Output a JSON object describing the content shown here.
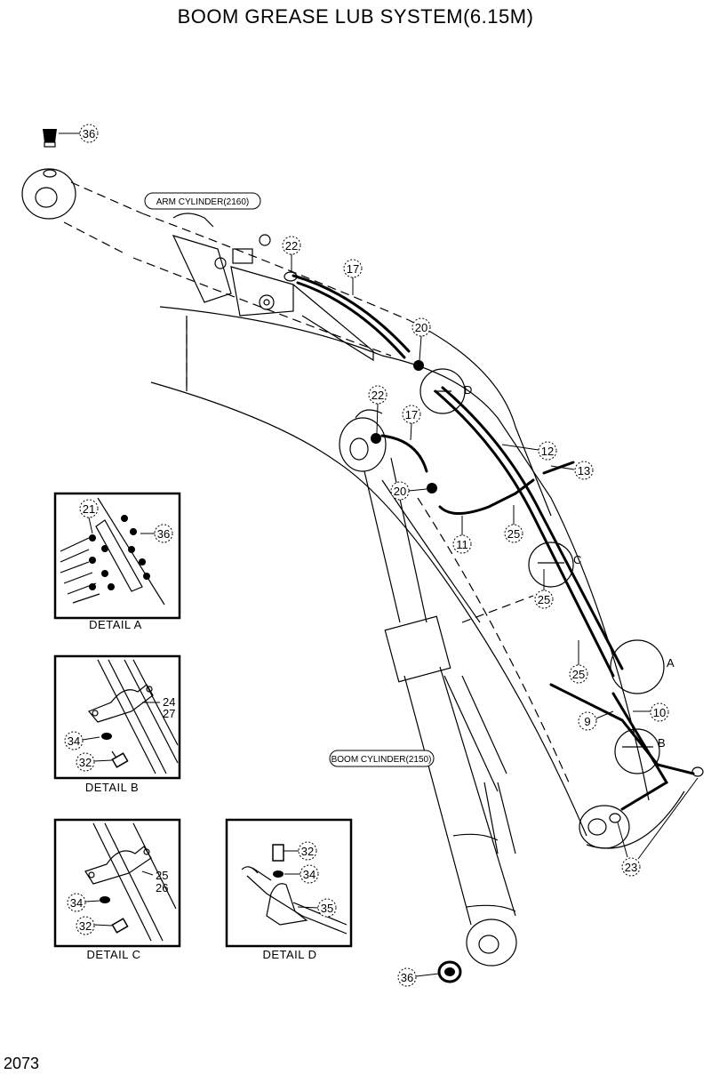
{
  "title": "BOOM GREASE  LUB  SYSTEM(6.15M)",
  "page_number": "2073",
  "callouts": {
    "c36_top": "36",
    "c22_top": "22",
    "c17_top": "17",
    "c20_top": "20",
    "c22_mid": "22",
    "c17_mid": "17",
    "c12": "12",
    "c13": "13",
    "c20_mid": "20",
    "c11": "11",
    "c25_a": "25",
    "c25_b": "25",
    "c25_c": "25",
    "c9": "9",
    "c10": "10",
    "c23": "23",
    "c36_bottom": "36"
  },
  "detail_letters": {
    "A": "A",
    "B": "B",
    "C": "C",
    "D": "D"
  },
  "tags": {
    "arm_cylinder": "ARM CYLINDER(2160)",
    "boom_cylinder": "BOOM CYLINDER(2150)"
  },
  "detail_a": {
    "caption": "DETAIL  A",
    "c21": "21",
    "c36": "36"
  },
  "detail_b": {
    "caption": "DETAIL  B",
    "c24": "24",
    "c27": "27",
    "c34": "34",
    "c32": "32"
  },
  "detail_c": {
    "caption": "DETAIL  C",
    "c25": "25",
    "c26": "26",
    "c34": "34",
    "c32": "32"
  },
  "detail_d": {
    "caption": "DETAIL  D",
    "c32": "32",
    "c34": "34",
    "c35": "35"
  }
}
